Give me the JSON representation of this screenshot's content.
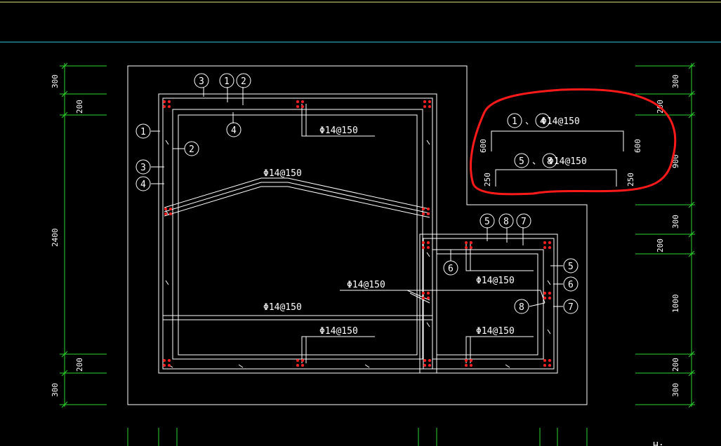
{
  "rebar_labels": {
    "main_top": "Φ14@150",
    "main_slope": "Φ14@150",
    "main_bottom": "Φ14@150",
    "main_mid": "Φ14@150",
    "small_top": "Φ14@150",
    "small_bottom": "Φ14@150",
    "small_diag": "Φ14@150"
  },
  "callouts": {
    "top_a": "3",
    "top_b": "1",
    "top_c": "2",
    "left_1": "1",
    "left_2": "2",
    "left_3": "3",
    "left_4": "4",
    "inner_4": "4",
    "small_top_a": "5",
    "small_top_b": "8",
    "small_top_c": "7",
    "small_left_6": "6",
    "right_5": "5",
    "right_6": "6",
    "right_8": "8",
    "right_7": "7"
  },
  "left_dims": {
    "d300_top": "300",
    "d200_top": "200",
    "d2400": "2400",
    "d200_bot": "200",
    "d300_bot": "300"
  },
  "right_dims": {
    "d300_a": "300",
    "d200_a": "200",
    "d900": "900",
    "d300_b": "300",
    "d200_b": "200",
    "d1000": "1000",
    "d200_c": "200",
    "d300_c": "300"
  },
  "detail": {
    "row1_num": "1",
    "row1_sep": "、",
    "row1_num2": "4",
    "row1_label": "Φ14@150",
    "row2_num": "5",
    "row2_sep": "、",
    "row2_num2": "8",
    "row2_label": "Φ14@150",
    "dim_600_left": "600",
    "dim_600_right": "600",
    "dim_250_left": "250",
    "dim_250_right": "250"
  },
  "partial_text": "H: "
}
